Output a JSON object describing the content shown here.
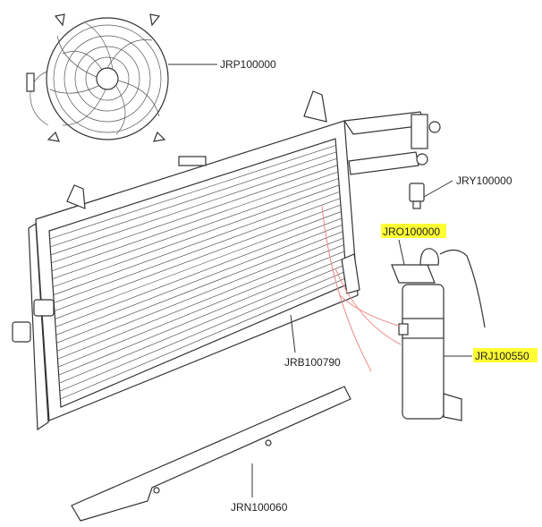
{
  "diagram": {
    "title": "Air conditioning condenser assembly",
    "highlight_color": "#ffff33",
    "callouts": [
      {
        "id": "fan",
        "label": "JRP100000",
        "highlighted": false
      },
      {
        "id": "pressure-switch",
        "label": "JRY100000",
        "highlighted": false
      },
      {
        "id": "bracket",
        "label": "JRO100000",
        "highlighted": true
      },
      {
        "id": "receiver-drier",
        "label": "JRJ100550",
        "highlighted": true
      },
      {
        "id": "condenser",
        "label": "JRB100790",
        "highlighted": false
      },
      {
        "id": "seal-strip",
        "label": "JRN100060",
        "highlighted": false
      }
    ]
  }
}
